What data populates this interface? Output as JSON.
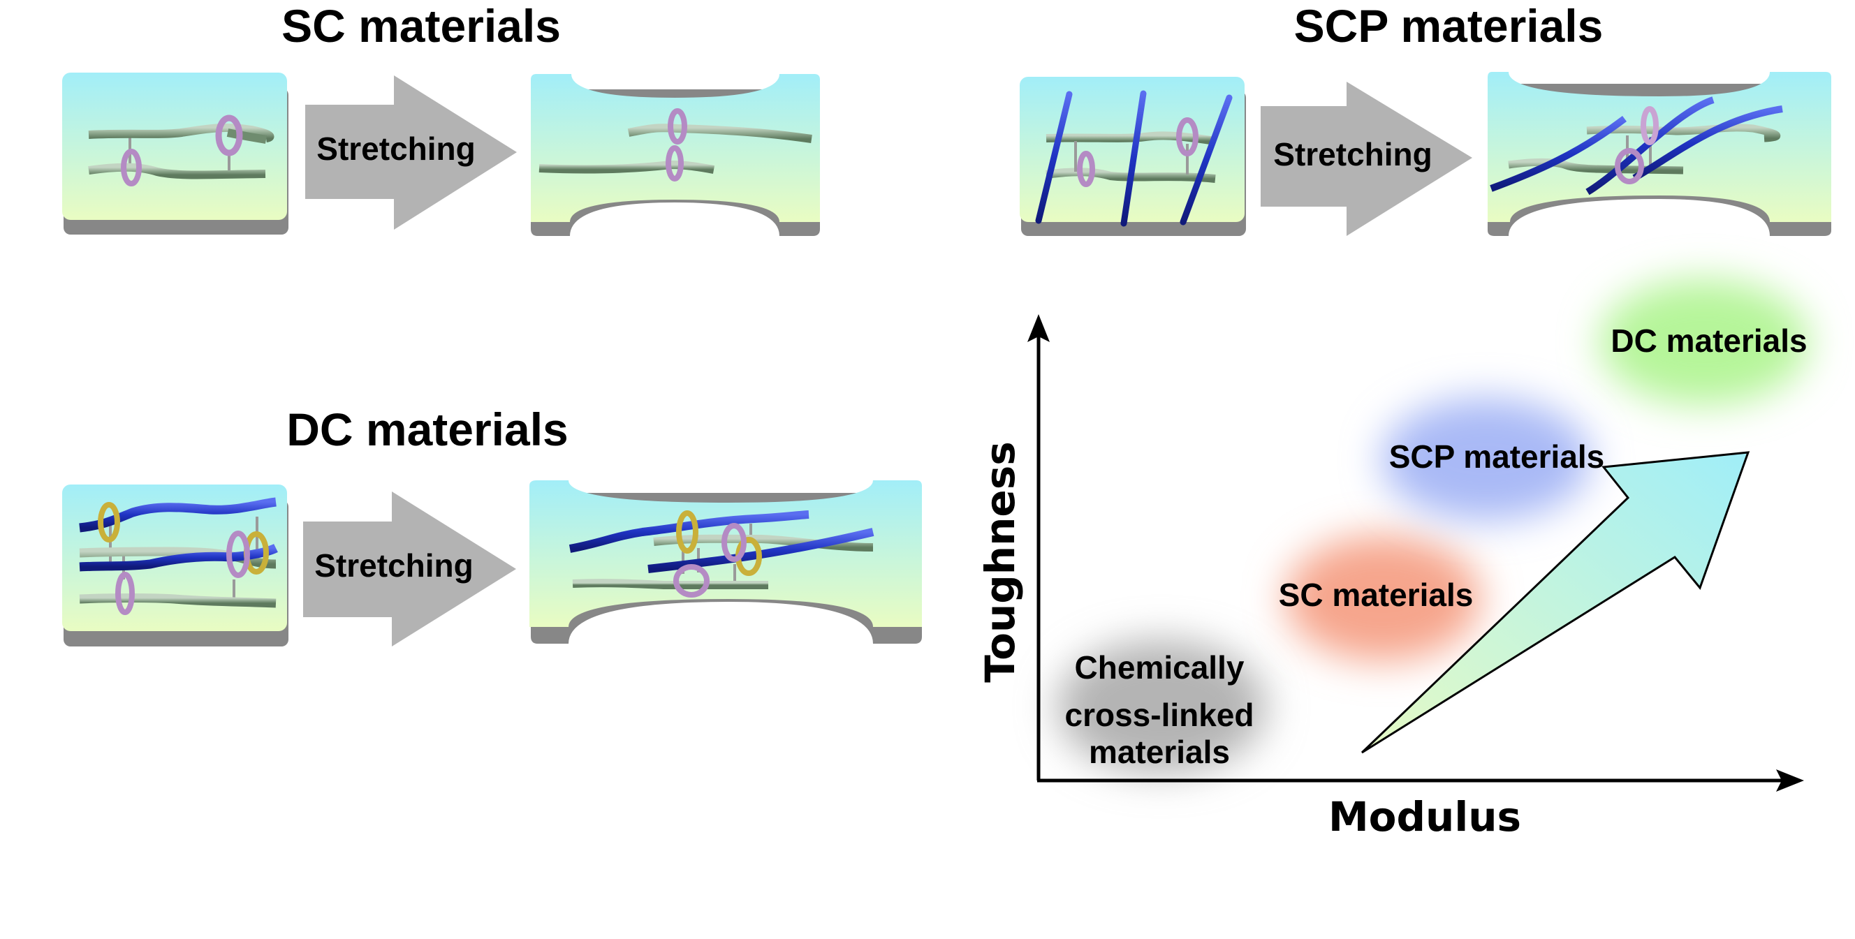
{
  "sections": {
    "sc": {
      "title": "SC materials",
      "arrow_label": "Stretching"
    },
    "scp": {
      "title": "SCP materials",
      "arrow_label": "Stretching"
    },
    "dc": {
      "title": "DC materials",
      "arrow_label": "Stretching"
    }
  },
  "plot": {
    "x_axis_label": "Modulus",
    "y_axis_label": "Toughness",
    "groups": [
      {
        "label_lines": [
          "Chemically",
          "cross-linked",
          "materials"
        ],
        "color": "#b4b4b4"
      },
      {
        "label_lines": [
          "SC materials"
        ],
        "color": "#f6a58c"
      },
      {
        "label_lines": [
          "SCP materials"
        ],
        "color": "#a9b9f6"
      },
      {
        "label_lines": [
          "DC materials"
        ],
        "color": "#b6f59a"
      }
    ],
    "trend_arrow": {
      "from_color": "#e6fac4",
      "to_color": "#a0eef8"
    }
  },
  "colors": {
    "panel_top": "#a2eef8",
    "panel_bottom": "#e9fcc2",
    "panel_base": "#878787",
    "stretch_arrow": "#b3b3b3",
    "chain_green": "#8fa88f",
    "chain_blue": "#1e2fb8",
    "ring_purple": "#b68cc4",
    "ring_gold": "#c9b03a",
    "crosslink": "#999999"
  }
}
